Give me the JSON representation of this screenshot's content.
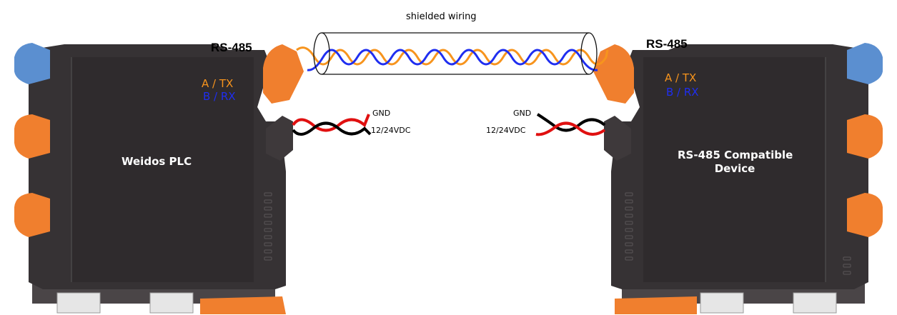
{
  "title": "shielded wiring",
  "left_device": {
    "name": "Weidos PLC",
    "port_label": "RS-485",
    "signal_a": "A / TX",
    "signal_b": "B / RX",
    "gnd_label": "GND",
    "power_label": "12/24VDC"
  },
  "right_device": {
    "name_line1": "RS-485 Compatible",
    "name_line2": "Device",
    "port_label": "RS-485",
    "signal_a": "A / TX",
    "signal_b": "B / RX",
    "gnd_label": "GND",
    "power_label": "12/24VDC"
  },
  "colors": {
    "housing": "#363234",
    "housing_dark": "#2b2729",
    "terminal_orange": "#f07f2e",
    "terminal_blue": "#5b8fd0",
    "signal_a": "#f7941d",
    "signal_b": "#1f2ef0",
    "gnd_wire": "#000000",
    "power_wire": "#e01010"
  }
}
